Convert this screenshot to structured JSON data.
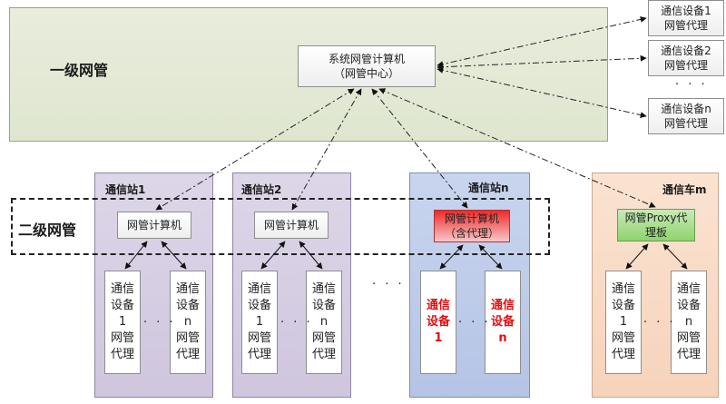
{
  "level1": {
    "label": "一级网管"
  },
  "level2": {
    "label": "二级网管"
  },
  "center": {
    "line1": "系统网管计算机",
    "line2": "（网管中心）"
  },
  "external": [
    {
      "line1": "通信设备1",
      "line2": "网管代理"
    },
    {
      "line1": "通信设备2",
      "line2": "网管代理"
    },
    {
      "line1": "通信设备n",
      "line2": "网管代理"
    }
  ],
  "external_dots": "· · ·",
  "stations": [
    {
      "title": "通信站1",
      "computer": "网管计算机",
      "dev_a": "通信\n设备\n1\n网管\n代理",
      "dev_b": "通信\n设备\nn\n网管\n代理"
    },
    {
      "title": "通信站2",
      "computer": "网管计算机",
      "dev_a": "通信\n设备\n1\n网管\n代理",
      "dev_b": "通信\n设备\nn\n网管\n代理"
    },
    {
      "title": "通信站n",
      "computer_line1": "网管计算机",
      "computer_line2": "（含代理）",
      "dev_a": "通信\n设备\n1",
      "dev_b": "通信\n设备\nn"
    }
  ],
  "vehicle": {
    "title": "通信车m",
    "proxy_line1": "网管Proxy代",
    "proxy_line2": "理板",
    "dev_a": "通信\n设备\n1\n网管\n代理",
    "dev_b": "通信\n设备\nn\n网管\n代理"
  },
  "dots_h": "· · ·",
  "colors": {
    "level1_bg": "#e3e9d5",
    "station_bg": "#d6cfe3",
    "stationN_bg": "#bfcdea",
    "vehicle_bg": "#f8dbc6",
    "alert_red": "#dd1111",
    "proxy_green": "#9ad67b"
  }
}
